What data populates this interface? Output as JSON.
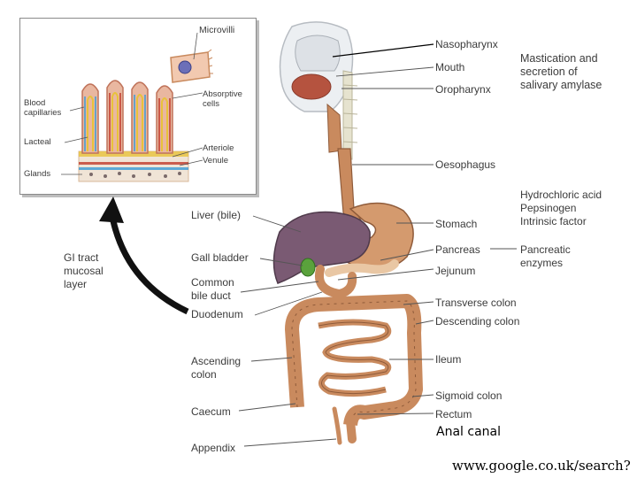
{
  "inset": {
    "microvilli": "Microvilli",
    "absorptive_cells": "Absorptive\ncells",
    "blood_capillaries": "Blood\ncapillaries",
    "lacteal": "Lacteal",
    "glands": "Glands",
    "arteriole": "Arteriole",
    "venule": "Venule"
  },
  "mucosal": "GI tract\nmucosal\nlayer",
  "left_labels": {
    "liver": "Liver (bile)",
    "gall_bladder": "Gall bladder",
    "common_bile_duct": "Common\nbile duct",
    "duodenum": "Duodenum",
    "ascending_colon": "Ascending\ncolon",
    "caecum": "Caecum",
    "appendix": "Appendix"
  },
  "right_labels": {
    "nasopharynx": "Nasopharynx",
    "mouth": "Mouth",
    "oropharynx": "Oropharynx",
    "oesophagus": "Oesophagus",
    "stomach": "Stomach",
    "pancreas": "Pancreas",
    "jejunum": "Jejunum",
    "transverse_colon": "Transverse colon",
    "descending_colon": "Descending colon",
    "ileum": "Ileum",
    "sigmoid_colon": "Sigmoid colon",
    "rectum": "Rectum"
  },
  "functions": {
    "mastication": "Mastication and\nsecretion of\nsalivary amylase",
    "stomach_secretions": "Hydrochloric acid\nPepsinogen\nIntrinsic factor",
    "pancreatic_enzymes": "Pancreatic\nenzymes"
  },
  "anal_canal": "Anal canal",
  "source": "www.google.co.uk/search?",
  "colors": {
    "organ_tan": "#c98a5e",
    "liver": "#7a5a73",
    "gall": "#5aa23c",
    "capillary_blue": "#3a9ad6",
    "lacteal_yellow": "#e8c23a",
    "vessel_red": "#c0392b",
    "arrow": "#111111"
  }
}
